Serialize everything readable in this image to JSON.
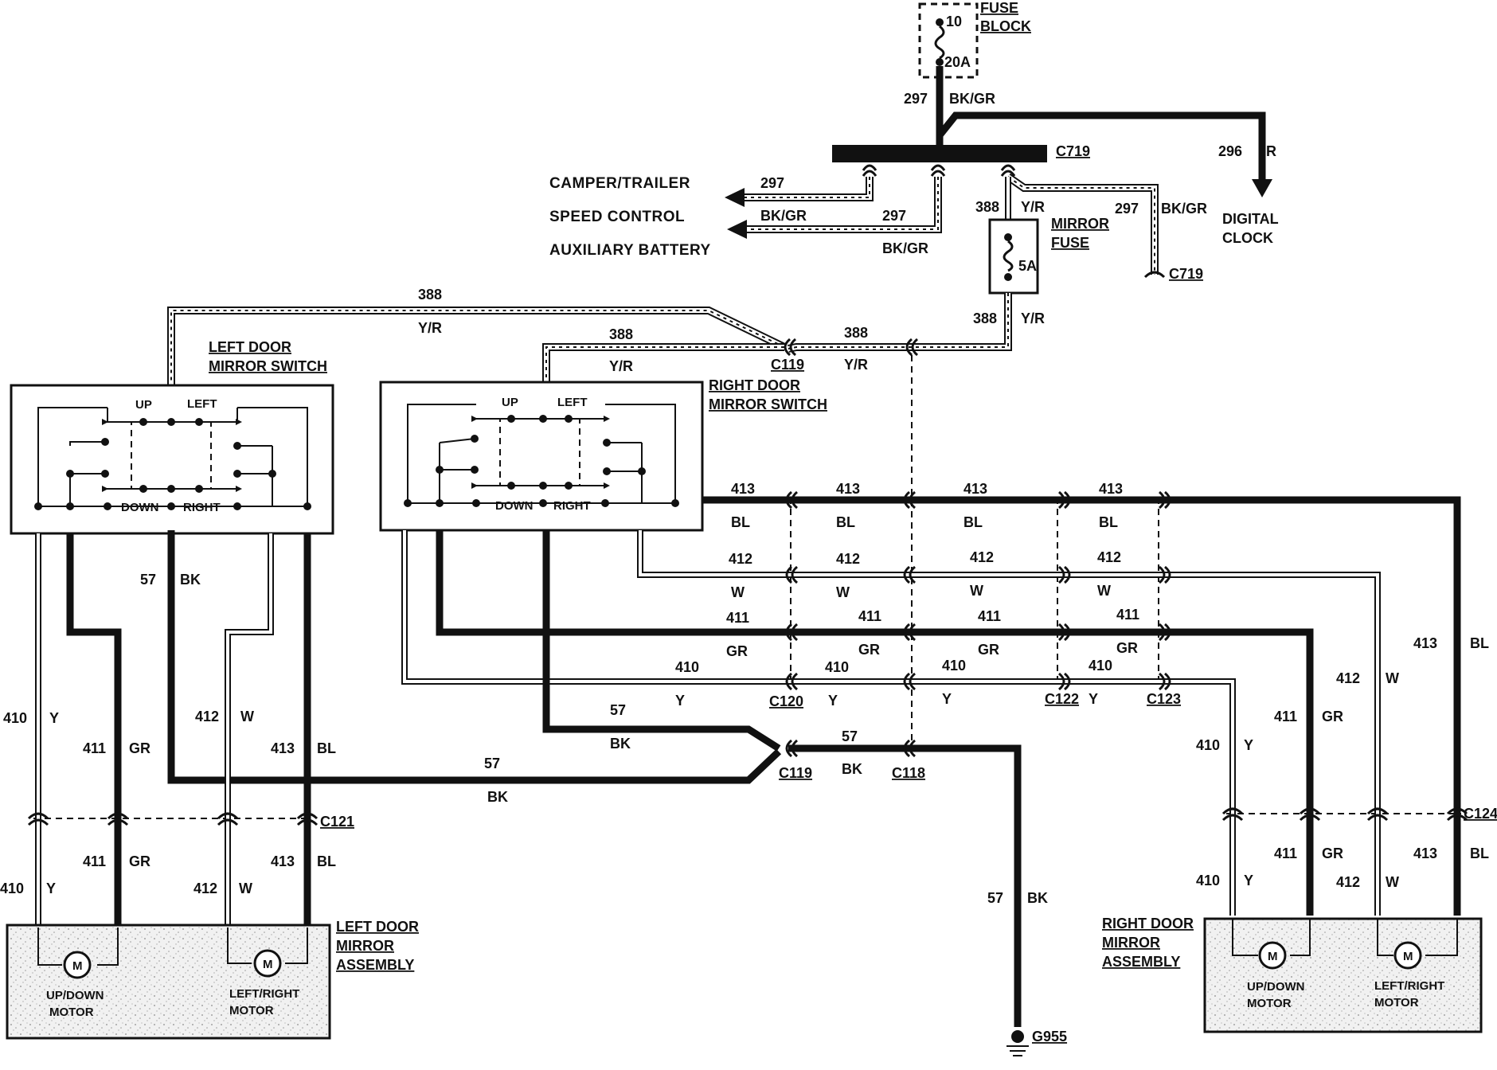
{
  "fuse_block": {
    "label_line1": "FUSE",
    "label_line2": "BLOCK",
    "fuse_number": "10",
    "rating": "20A"
  },
  "mirror_fuse": {
    "label_line1": "MIRROR",
    "label_line2": "FUSE",
    "rating": "5A"
  },
  "circuits": {
    "c297": "297",
    "c296": "296",
    "c388": "388",
    "c413": "413",
    "c412": "412",
    "c411": "411",
    "c410": "410",
    "c57": "57"
  },
  "colors": {
    "bkgr": "BK/GR",
    "r": "R",
    "yr": "Y/R",
    "bl": "BL",
    "w": "W",
    "gr": "GR",
    "y": "Y",
    "bk": "BK"
  },
  "connectors": {
    "c719": "C719",
    "c119": "C119",
    "c118": "C118",
    "c120": "C120",
    "c121": "C121",
    "c122": "C122",
    "c123": "C123",
    "c124": "C124",
    "g955": "G955"
  },
  "destinations": {
    "camper_trailer": "CAMPER/TRAILER",
    "speed_control": "SPEED CONTROL",
    "auxiliary_battery": "AUXILIARY BATTERY",
    "digital_line1": "DIGITAL",
    "digital_line2": "CLOCK"
  },
  "left_switch": {
    "title_line1": "LEFT DOOR",
    "title_line2": "MIRROR SWITCH",
    "up": "UP",
    "left": "LEFT",
    "down": "DOWN",
    "right": "RIGHT"
  },
  "right_switch": {
    "title_line1": "RIGHT DOOR",
    "title_line2": "MIRROR SWITCH",
    "up": "UP",
    "left": "LEFT",
    "down": "DOWN",
    "right": "RIGHT"
  },
  "left_assembly": {
    "title_line1": "LEFT DOOR",
    "title_line2": "MIRROR",
    "title_line3": "ASSEMBLY",
    "motor1_line1": "UP/DOWN",
    "motor1_line2": "MOTOR",
    "motor2_line1": "LEFT/RIGHT",
    "motor2_line2": "MOTOR",
    "motor_symbol": "M"
  },
  "right_assembly": {
    "title_line1": "RIGHT DOOR",
    "title_line2": "MIRROR",
    "title_line3": "ASSEMBLY",
    "motor1_line1": "UP/DOWN",
    "motor1_line2": "MOTOR",
    "motor2_line1": "LEFT/RIGHT",
    "motor2_line2": "MOTOR",
    "motor_symbol": "M"
  }
}
